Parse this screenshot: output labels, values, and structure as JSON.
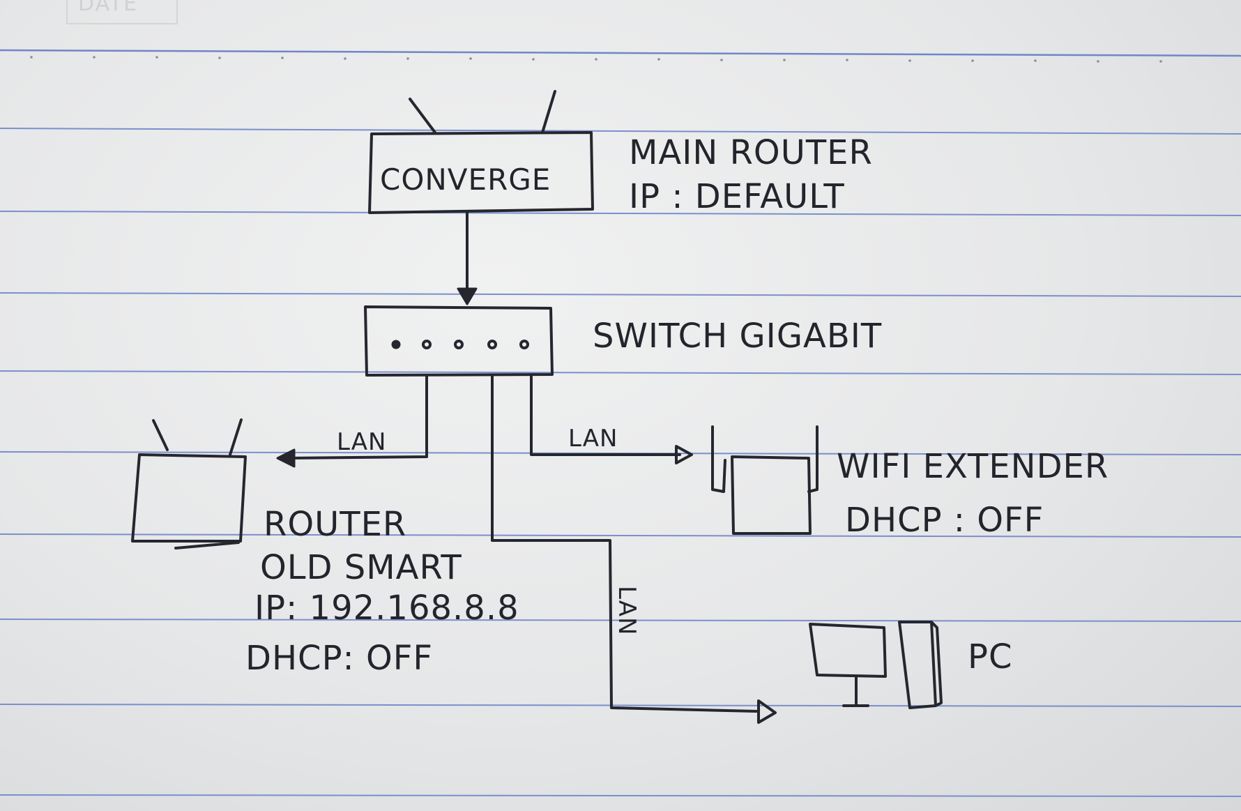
{
  "header": {
    "date_label": "DATE"
  },
  "nodes": {
    "main_router": {
      "box_label": "CONVERGE",
      "title": "MAIN ROUTER",
      "ip": "IP : DEFAULT"
    },
    "switch": {
      "title": "SWITCH GIGABIT"
    },
    "old_router": {
      "title": "ROUTER",
      "model": "OLD SMART",
      "ip": "IP: 192.168.8.8",
      "dhcp": "DHCP: OFF"
    },
    "extender": {
      "title": "WIFI EXTENDER",
      "dhcp": "DHCP : OFF"
    },
    "pc": {
      "title": "PC"
    }
  },
  "links": {
    "to_router": "LAN",
    "to_extender": "LAN",
    "to_pc": "LAN"
  },
  "colors": {
    "ink": "#25262e",
    "rule_line": "#6f86c8",
    "paper": "#e8e9ea"
  }
}
